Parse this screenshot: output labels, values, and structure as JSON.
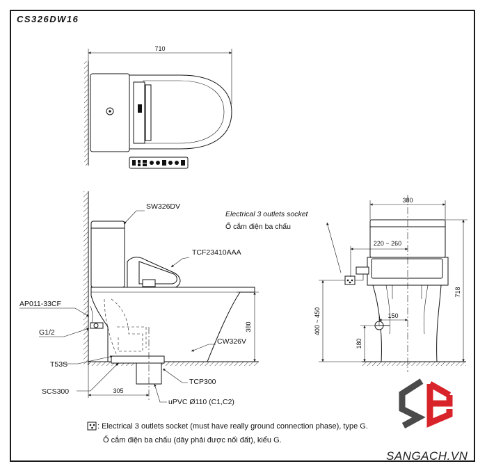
{
  "title": "CS326DW16",
  "top_view": {
    "width_dim": "710"
  },
  "side_view": {
    "labels": {
      "seat": "SW326DV",
      "seat_part": "TCF23410AAA",
      "angle_valve": "AP011-33CF",
      "thread": "G1/2",
      "bolt": "T53S",
      "flange": "SCS300",
      "bowl": "CW326V",
      "outlet": "TCP300",
      "pipe": "uPVC Ø110 (C1,C2)"
    },
    "dims": {
      "rough_in": "305",
      "height": "380"
    }
  },
  "front_view": {
    "socket_label_en": "Electrical 3 outlets socket",
    "socket_label_vi": "Ổ cắm điện ba chấu",
    "dims": {
      "width": "380",
      "seat_range": "220 ~ 260",
      "socket_height": "400 ~ 450",
      "total_height": "718",
      "valve_offset": "150",
      "valve_height": "180"
    }
  },
  "notes": {
    "line1": ": Electrical 3 outlets socket (must have really ground connection phase), type G.",
    "line2": "Ổ cắm điện ba chấu (dây phải được nối đất), kiểu G."
  },
  "brand": {
    "text": "SANGACH.VN",
    "logo_letters": "SG"
  }
}
